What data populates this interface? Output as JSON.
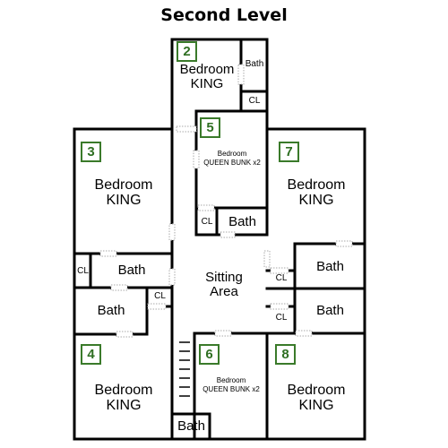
{
  "title": "Second Level",
  "rooms": [
    {
      "id": "2",
      "name": "Bedroom",
      "bed": "KING"
    },
    {
      "id": "3",
      "name": "Bedroom",
      "bed": "KING"
    },
    {
      "id": "4",
      "name": "Bedroom",
      "bed": "KING"
    },
    {
      "id": "5",
      "name": "Bedroom",
      "bed": "QUEEN BUNK x2"
    },
    {
      "id": "6",
      "name": "Bedroom",
      "bed": "QUEEN BUNK x2"
    },
    {
      "id": "7",
      "name": "Bedroom",
      "bed": "KING"
    },
    {
      "id": "8",
      "name": "Bedroom",
      "bed": "KING"
    }
  ],
  "labels": {
    "bath": "Bath",
    "closet": "CL",
    "sitting_line1": "Sitting",
    "sitting_line2": "Area"
  },
  "colors": {
    "wall": "#000000",
    "badge_border": "#3a7a2a",
    "badge_text": "#2f6f22"
  }
}
